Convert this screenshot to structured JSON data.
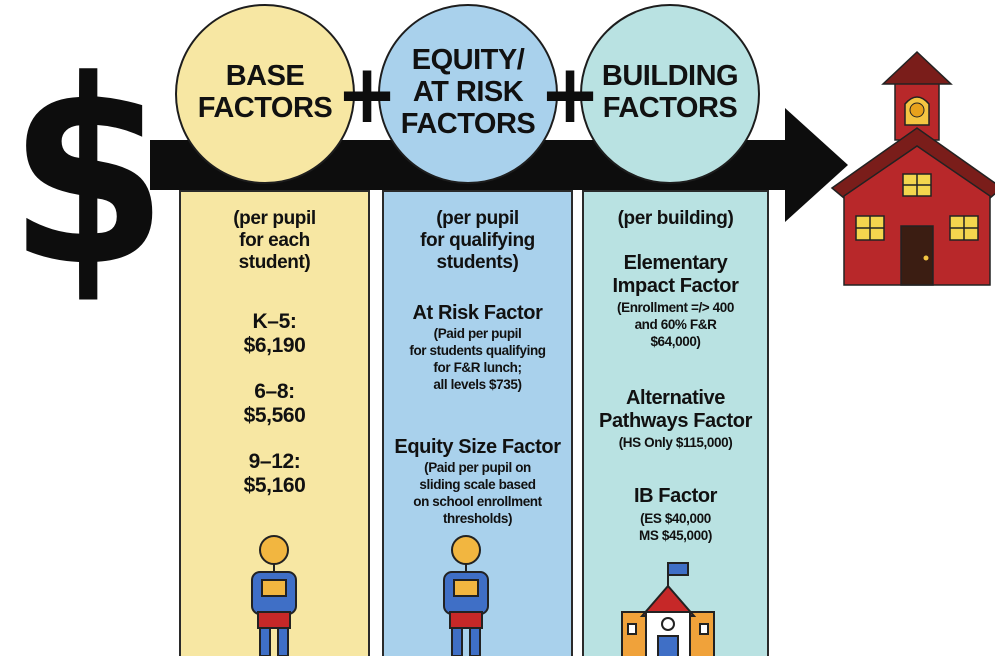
{
  "symbols": {
    "dollar": "$",
    "plus": "+"
  },
  "columns": [
    {
      "title": [
        "BASE",
        "FACTORS"
      ],
      "subtitle": [
        "(per pupil",
        "for each",
        "student)"
      ],
      "items": [
        {
          "label": "K–5:",
          "value": "$6,190"
        },
        {
          "label": "6–8:",
          "value": "$5,560"
        },
        {
          "label": "9–12:",
          "value": "$5,160"
        }
      ]
    },
    {
      "title": [
        "EQUITY/",
        "AT RISK",
        "FACTORS"
      ],
      "subtitle": [
        "(per pupil",
        "for qualifying",
        "students)"
      ],
      "factors": [
        {
          "name": "At Risk Factor",
          "details": [
            "(Paid per pupil",
            "for students qualifying",
            "for F&R lunch;",
            "all levels $735)"
          ]
        },
        {
          "name": "Equity Size Factor",
          "details": [
            "(Paid per pupil on",
            "sliding scale based",
            "on school enrollment",
            "thresholds)"
          ]
        }
      ]
    },
    {
      "title": [
        "BUILDING",
        "FACTORS"
      ],
      "subtitle": [
        "(per building)"
      ],
      "factors": [
        {
          "name": [
            "Elementary",
            "Impact Factor"
          ],
          "details": [
            "(Enrollment =/> 400",
            "and 60% F&R",
            "$64,000)"
          ]
        },
        {
          "name": [
            "Alternative",
            "Pathways Factor"
          ],
          "details": [
            "(HS Only $115,000)"
          ]
        },
        {
          "name": [
            "IB Factor"
          ],
          "details": [
            "(ES $40,000",
            "MS $45,000)"
          ]
        }
      ]
    }
  ],
  "icons": [
    "dollar-sign-icon",
    "plus-icon",
    "arrow-right-icon",
    "schoolhouse-icon",
    "student-icon",
    "school-building-icon"
  ],
  "colors": {
    "base": "#f7e7a3",
    "equity": "#a9d1ec",
    "building": "#b9e2e2",
    "arrow": "#0d0d0d",
    "school_red": "#b8282a",
    "roof": "#7a1d1a"
  }
}
